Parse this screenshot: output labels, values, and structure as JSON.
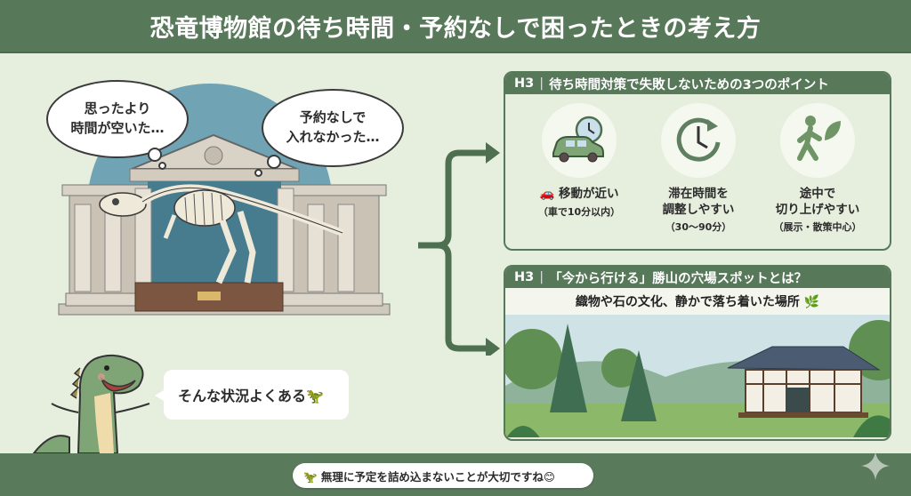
{
  "header": {
    "title": "恐竜博物館の待ち時間・予約なしで困ったときの考え方"
  },
  "illustration": {
    "thought_left": [
      "思ったより",
      "時間が空いた…"
    ],
    "thought_right": [
      "予約なしで",
      "入れなかった…"
    ],
    "dino_speech": "そんな状況よくある🦖"
  },
  "card_points": {
    "tag": "H3",
    "title": "待ち時間対策で失敗しないための3つのポイント",
    "items": [
      {
        "icon": "car-clock-icon",
        "title": "🚗 移動が近い",
        "title2": "",
        "sub": "（車で10分以内）"
      },
      {
        "icon": "clock-cycle-icon",
        "title": "滞在時間を",
        "title2": "調整しやすい",
        "sub": "（30〜90分）"
      },
      {
        "icon": "walking-leaf-icon",
        "title": "途中で",
        "title2": "切り上げやすい",
        "sub": "（展示・散策中心）"
      }
    ]
  },
  "card_spot": {
    "tag": "H3",
    "title": "「今から行ける」勝山の穴場スポットとは？",
    "subtitle": "織物や石の文化、静かで落ち着いた場所 🌿"
  },
  "footer": {
    "message": "🦖 無理に予定を詰め込まないことが大切ですね😊"
  },
  "colors": {
    "primary": "#58785a",
    "background": "#e6efde",
    "accent_blue": "#5b97ad"
  }
}
